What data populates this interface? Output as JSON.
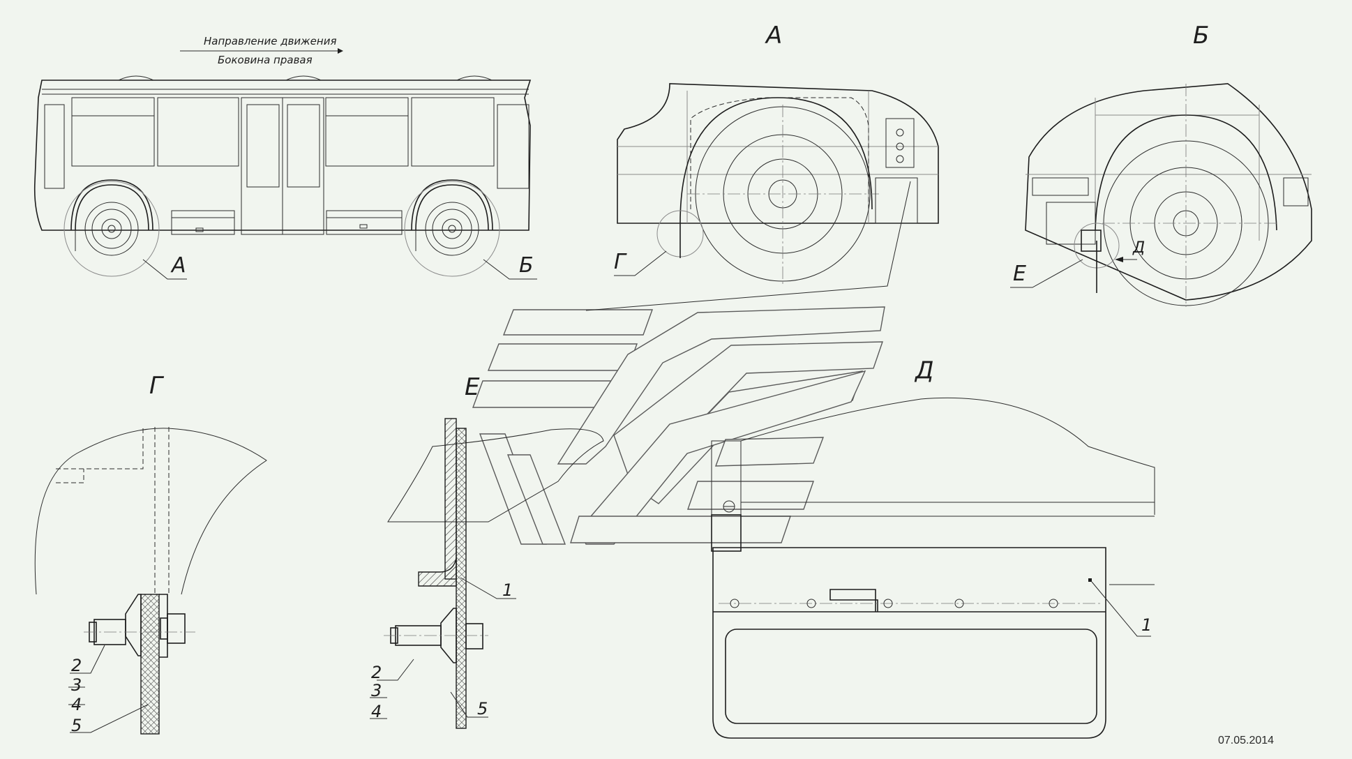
{
  "header": {
    "direction_label": "Направление движения",
    "side_label": "Боковина правая"
  },
  "views": {
    "A": "А",
    "B": "Б",
    "G": "Г",
    "D": "Д",
    "E": "Е"
  },
  "callouts": {
    "bus_A": "А",
    "bus_B": "Б",
    "viewA_G": "Г",
    "viewB_E": "Е",
    "viewB_D": "Д"
  },
  "detail_G_items": [
    "2",
    "3",
    "4",
    "5"
  ],
  "detail_E_items": [
    "1",
    "2",
    "3",
    "4",
    "5"
  ],
  "detail_D_items": [
    "1"
  ],
  "footer": {
    "date": "07.05.2014"
  }
}
